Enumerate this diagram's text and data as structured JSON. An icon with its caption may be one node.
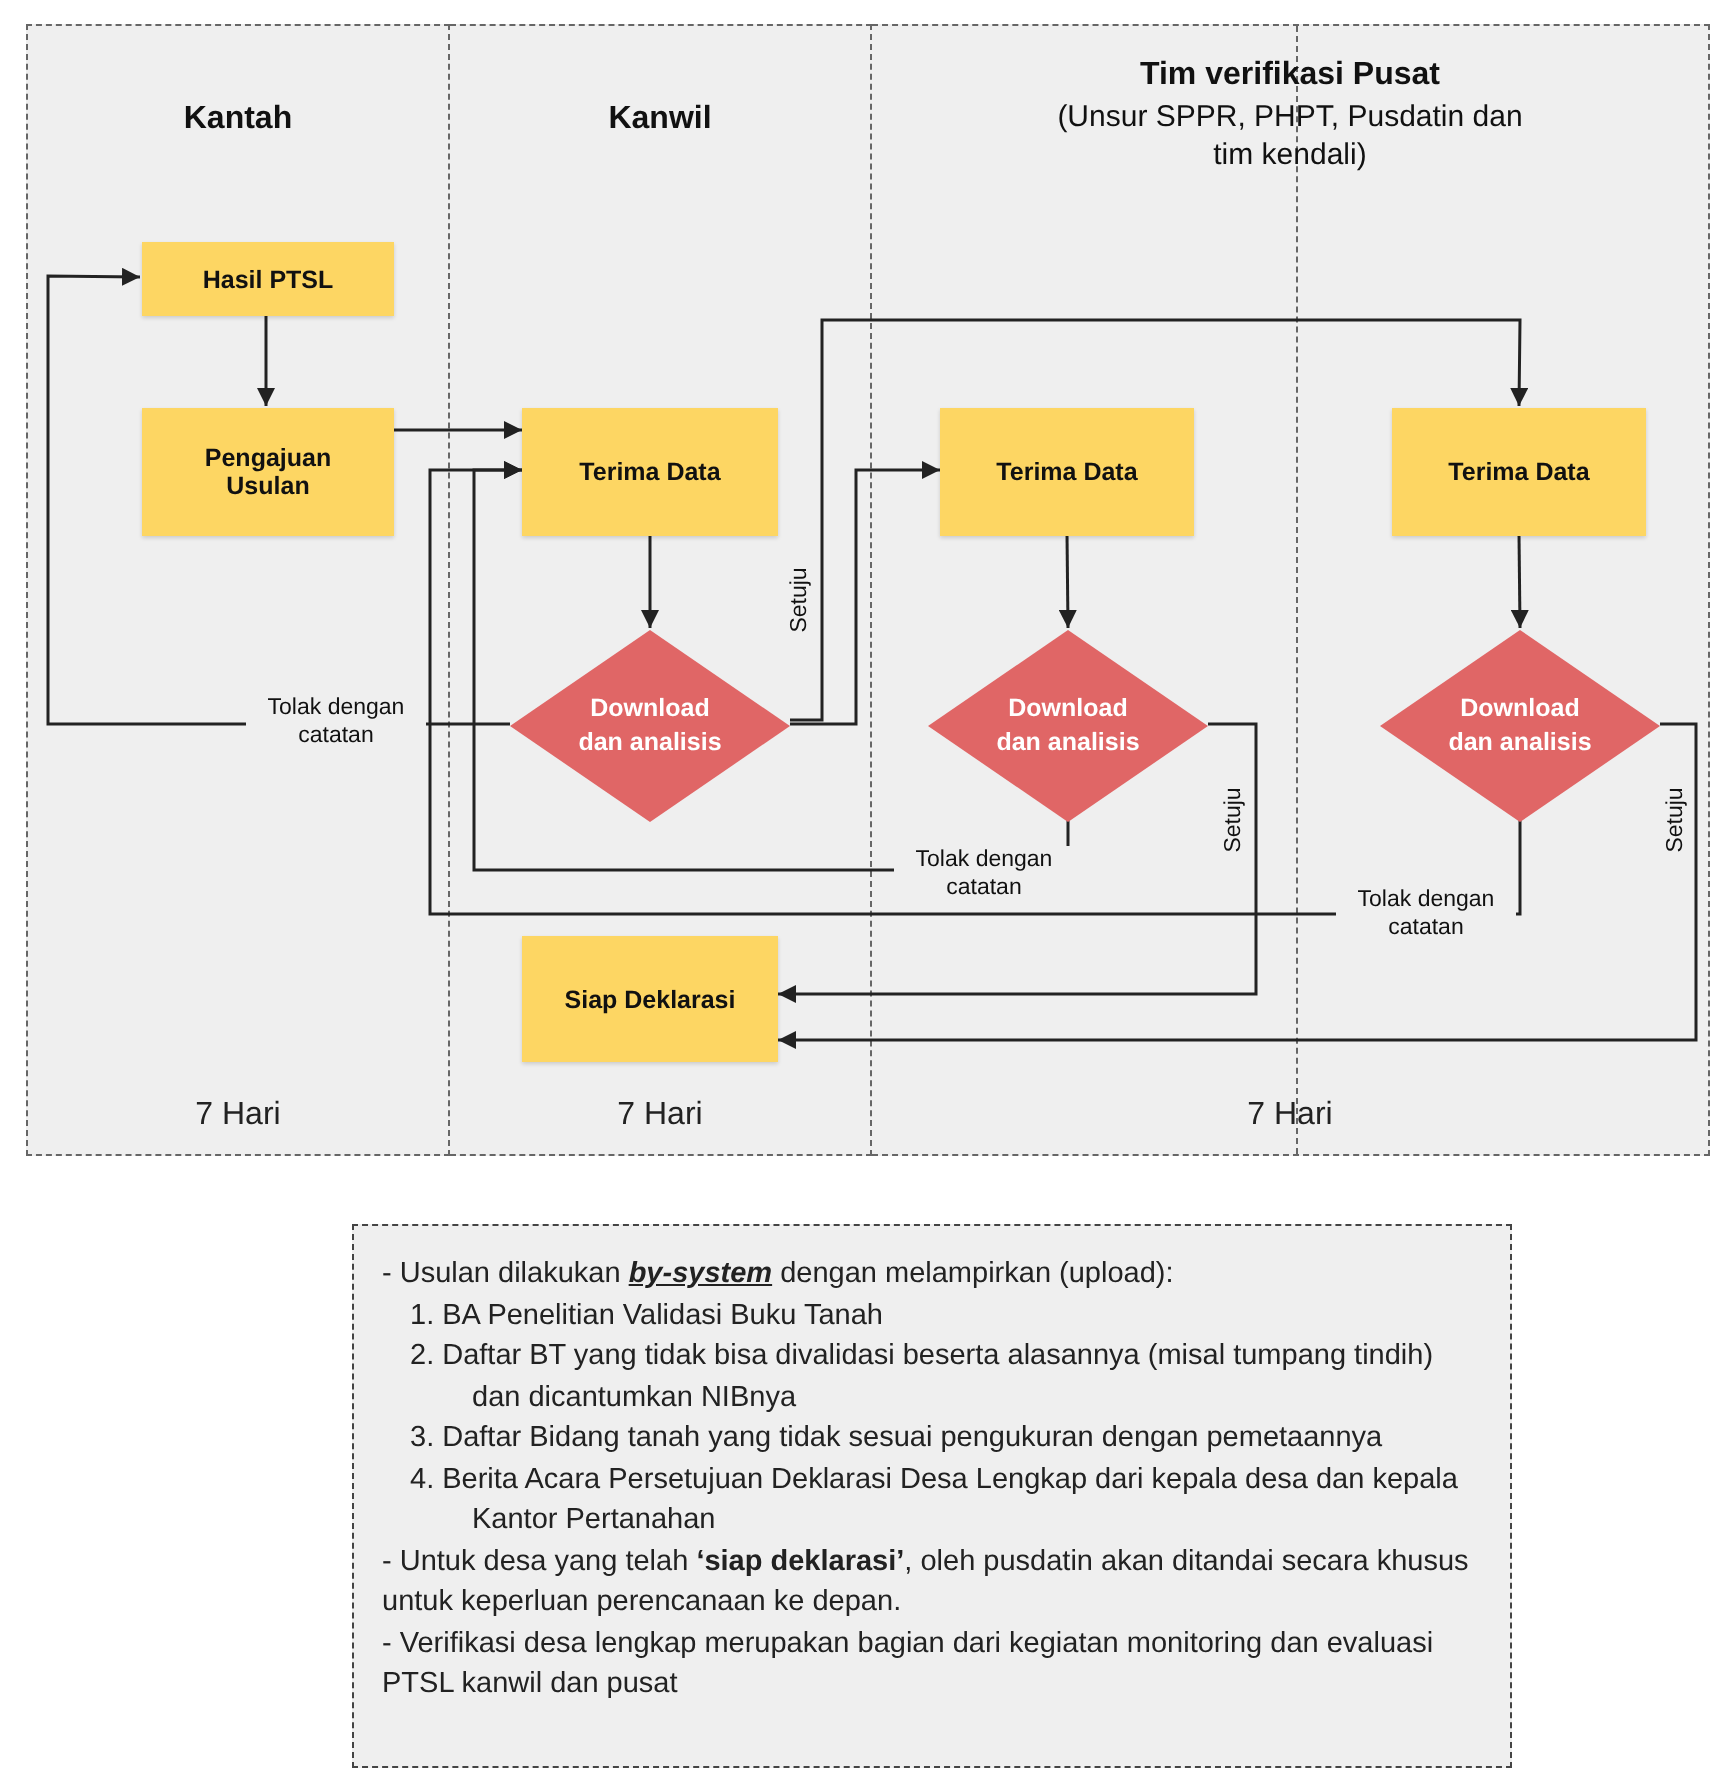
{
  "diagram": {
    "nodes": [
      {
        "text": [
          "Kantah",
          "7 Hari"
        ]
      },
      {
        "text": [
          "Hasil PTSL"
        ],
        "in": 0
      },
      {
        "text": [
          "Pengajuan Usulan"
        ],
        "in": 0
      },
      {
        "text": [
          "Kanwil",
          "7 Hari"
        ]
      },
      {
        "text": [
          "Terima Data"
        ],
        "in": 3
      },
      {
        "text": [
          "Download dan analisis"
        ],
        "in": 3
      },
      {
        "text": [
          "Siap Deklarasi"
        ],
        "in": 3
      },
      {
        "text": [
          "Tim verifikasi Pusat",
          "(Unsur SPPR, PHPT, Pusdatin dan tim kendali)",
          "7 Hari"
        ]
      },
      {
        "text": [
          "Terima Data"
        ],
        "in": 7
      },
      {
        "text": [
          "Download dan analisis"
        ],
        "in": 7
      },
      {
        "text": [
          "Terima Data"
        ],
        "in": 7
      },
      {
        "text": [
          "Download dan analisis"
        ],
        "in": 7
      },
      {
        "text": [
          "- Usulan dilakukan **by-system** dengan melampirkan (upload):",
          "1. BA Penelitian Validasi Buku Tanah",
          "2. Daftar BT yang tidak bisa divalidasi beserta alasannya (misal tumpang tindih) dan dicantumkan NIBnya",
          "3. Daftar Bidang tanah yang tidak sesuai pengukuran dengan pemetaannya",
          "4. Berita Acara Persetujuan Deklarasi Desa Lengkap dari kepala desa dan kepala Kantor Pertanahan",
          "- Untuk desa yang telah **‘siap deklarasi’**, oleh pusdatin akan ditandai secara khusus untuk keperluan perencanaan ke depan.",
          "- Verifikasi desa lengkap merupakan bagian dari kegiatan monitoring dan evaluasi PTSL kanwil dan pusat"
        ]
      }
    ],
    "edges": [
      {
        "from": 1,
        "to": 2,
        "arrow": "to"
      },
      {
        "from": 2,
        "to": 4,
        "arrow": "to"
      },
      {
        "from": 4,
        "to": 5,
        "arrow": "to"
      },
      {
        "from": 5,
        "to": 1,
        "arrow": "to",
        "label": "Tolak dengan catatan"
      },
      {
        "from": 5,
        "to": 8,
        "arrow": "to"
      },
      {
        "from": 5,
        "to": 10,
        "arrow": "to",
        "label": "Setuju"
      },
      {
        "from": 8,
        "to": 9,
        "arrow": "to"
      },
      {
        "from": 9,
        "to": 4,
        "arrow": "to",
        "label": "Tolak dengan catatan"
      },
      {
        "from": 9,
        "to": 6,
        "arrow": "to",
        "label": "Setuju"
      },
      {
        "from": 10,
        "to": 11,
        "arrow": "to"
      },
      {
        "from": 11,
        "to": 4,
        "arrow": "to",
        "label": "Tolak dengan catatan"
      },
      {
        "from": 11,
        "to": 6,
        "arrow": "to",
        "label": "Setuju"
      }
    ]
  }
}
